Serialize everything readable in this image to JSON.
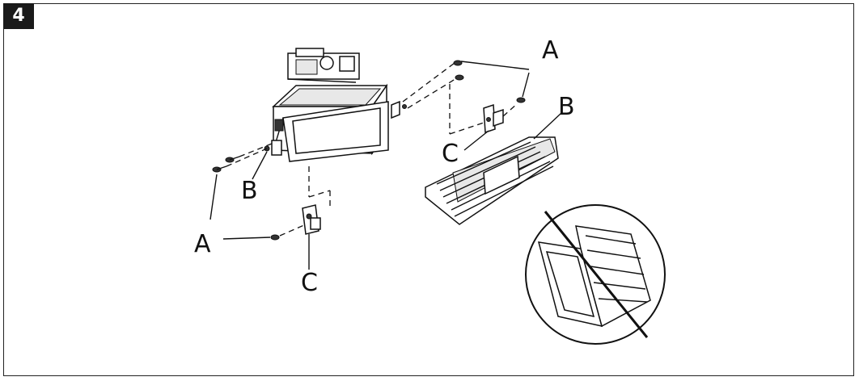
{
  "step_number": "4",
  "labels": {
    "a_top": "A",
    "a_bottom": "A",
    "b_left": "B",
    "b_right": "B",
    "c_right": "C",
    "c_bottom": "C"
  }
}
